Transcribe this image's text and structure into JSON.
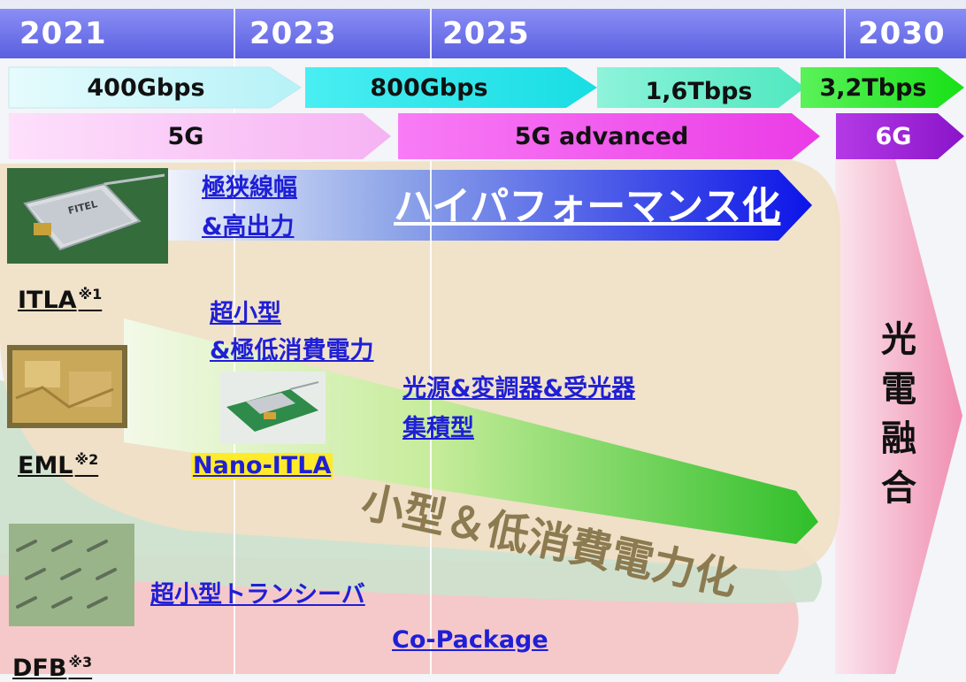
{
  "timeline": {
    "years": [
      "2021",
      "2023",
      "2025",
      "2030"
    ]
  },
  "speed_row": [
    "400Gbps",
    "800Gbps",
    "1,6Tbps",
    "3,2Tbps"
  ],
  "network_row": [
    "5G",
    "5G advanced",
    "6G"
  ],
  "performance": {
    "title": "ハイパフォーマンス化",
    "note_line1": "極狭線幅",
    "note_line2": "&高出力"
  },
  "miniaturization": {
    "title": "小型＆低消費電力化",
    "note_a_line1": "超小型",
    "note_a_line2": "&極低消費電力",
    "note_b_line1": "光源&変調器&受光器",
    "note_b_line2": "集積型",
    "nano_itla": "Nano-ITLA",
    "transceiver": "超小型トランシーバ",
    "co_package": "Co-Package"
  },
  "products": {
    "itla": "ITLA",
    "itla_mark": "※1",
    "itla_logo": "FITEL",
    "eml": "EML",
    "eml_mark": "※2",
    "dfb": "DFB",
    "dfb_mark": "※3"
  },
  "convergence": {
    "chars": [
      "光",
      "電",
      "融",
      "合"
    ]
  },
  "colors": {
    "header_bar": "#6b6fe8",
    "row1_400g": "#cdf7fb",
    "row1_800g": "#2ce8ec",
    "row1_16t": "#6ff0cf",
    "row1_32t": "#2dec2d",
    "row2_5g": "#fbc8f8",
    "row2_5ga": "#f25cf0",
    "row2_6g": "#9c1fd6",
    "perf_arrow_end": "#0c14e8",
    "mini_arrow": "#3ac531",
    "tan_band": "#f0dfc3",
    "green_band": "#cfe3cf",
    "pink_band": "#f5c8c8",
    "convergence_arrow": "#f28fb1",
    "link_blue": "#1f1fd6"
  }
}
